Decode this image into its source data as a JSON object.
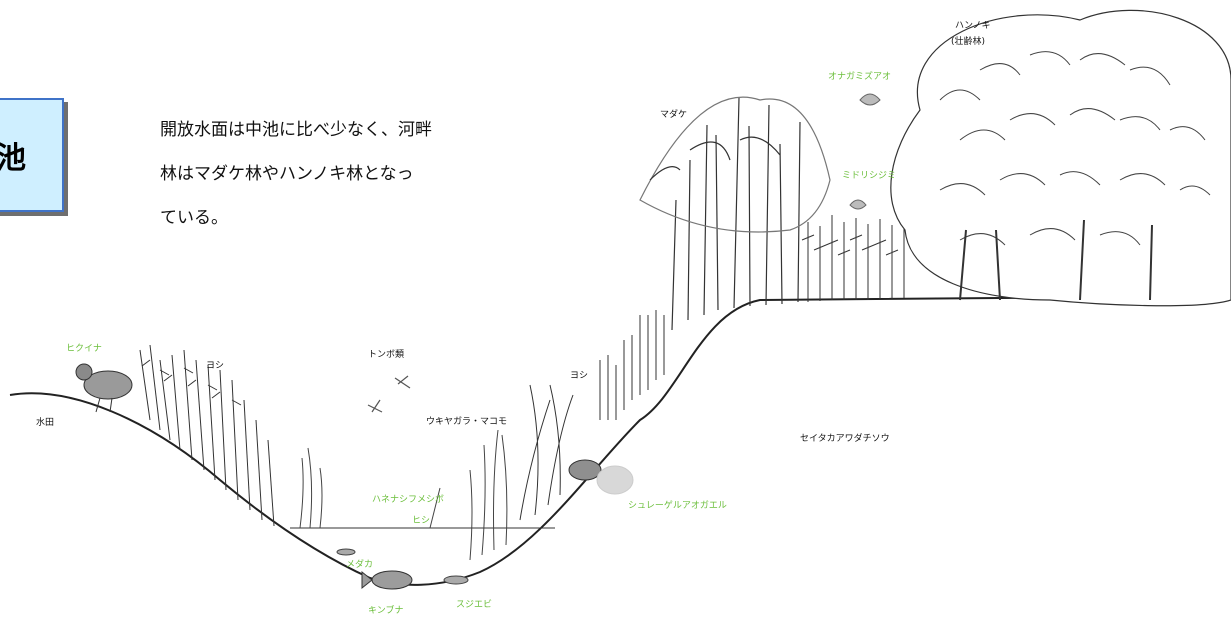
{
  "title_box": {
    "text": "池"
  },
  "description": {
    "lines": [
      "開放水面は中池に比べ少なく、河畔",
      "林はマダケ林やハンノキ林となっ",
      "ている。"
    ]
  },
  "labels": {
    "suiden": "水田",
    "hidokina": "ヒクイナ",
    "yoshi_left": "ヨシ",
    "tonbo": "トンボ類",
    "ukiyagara": "ウキヤガラ・マコモ",
    "yoshi_right": "ヨシ",
    "madake": "マダケ",
    "hannoki": "ハンノキ",
    "hannoki_sub": "(壮齢林)",
    "onagaesuzume": "オナガミズアオ",
    "midorishijimi": "ミドリシジミ",
    "seitaka": "セイタカアワダチソウ",
    "haguro": "ハネナシフメシボ",
    "hishi": "ヒシ",
    "medaka": "メダカ",
    "kinbuna": "キンブナ",
    "sujiebi": "スジエビ",
    "shurezaru": "シュレーゲルアオガエル"
  },
  "colors": {
    "accent_blue": "#3f73c8",
    "box_fill": "#cfefff",
    "label_green": "#6cbf3c",
    "ink": "#222222"
  }
}
